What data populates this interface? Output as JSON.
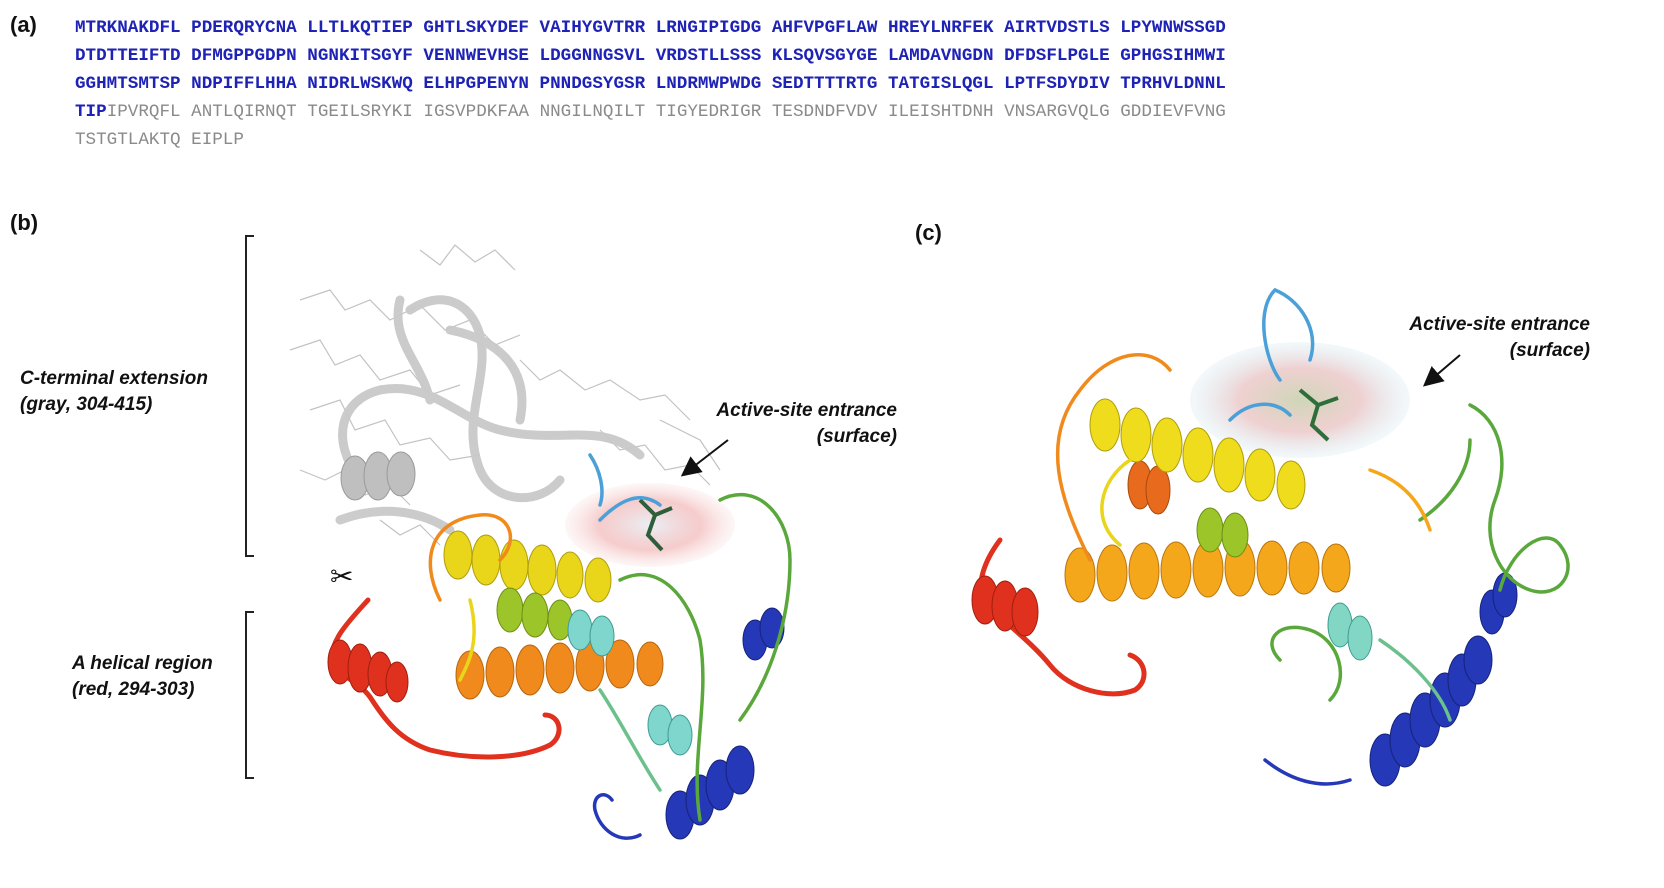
{
  "panels": {
    "a": "(a)",
    "b": "(b)",
    "c": "(c)"
  },
  "sequence": {
    "lines": [
      [
        {
          "t": "MTRKNAKDFL PDERQRYCNA LLTLKQTIEP GHTLSKYDEF VAIHYGVTRR LRNGIPIGDG AHFVPGFLAW HREYLNRFEK AIRTVDSTLS LPYWNWSSGD",
          "c": "b"
        }
      ],
      [
        {
          "t": "DTDTTEIFTD DFMGPPGDPN NGNKITSGYF VENNWEVHSE LDGGNNGSVL VRDSTLLSSS KLSQVSGYGE LAMDAVNGDN DFDSFLPGLE GPHGSIHMWI",
          "c": "b"
        }
      ],
      [
        {
          "t": "GGHMTSMTSP NDPIFFLHHA NIDRLWSKWQ ELHPGPENYN PNNDGSYGSR LNDRMWPWDG SEDTTTTRTG TATGISLQGL LPTFSDYDIV TPRHVLDNNL",
          "c": "b"
        }
      ],
      [
        {
          "t": "TIP",
          "c": "b"
        },
        {
          "t": "IPVRQFL ANTLQIRNQT TGEILSRYKI IGSVPDKFAA NNGILNQILT TIGYEDRIGR TESDNDFVDV ILEISHTDNH VNSARGVQLG GDDIEVFVNG",
          "c": "g"
        }
      ],
      [
        {
          "t": "TSTGTLAKTQ EIPLP",
          "c": "g"
        }
      ]
    ]
  },
  "panel_b": {
    "c_terminal": {
      "line1": "C-terminal extension",
      "line2": "(gray, 304-415)"
    },
    "helical": {
      "line1": "A helical region",
      "line2": "(red, 294-303)"
    },
    "active_site": {
      "line1": "Active-site entrance",
      "line2": "(surface)"
    },
    "scissors": "✂"
  },
  "panel_c": {
    "active_site": {
      "line1": "Active-site entrance",
      "line2": "(surface)"
    }
  },
  "colors": {
    "sequence_blue": "#1e22b5",
    "sequence_gray": "#8a8a8a",
    "cterm_gray": "#c8c8c8",
    "red": "#e0301e",
    "orange": "#f08a1c",
    "yellow": "#e9d61a",
    "lime": "#9cc52a",
    "green": "#5aa83c",
    "cyan": "#5ec9c0",
    "lightblue": "#4aa0d8",
    "darkblue": "#2438b8"
  }
}
